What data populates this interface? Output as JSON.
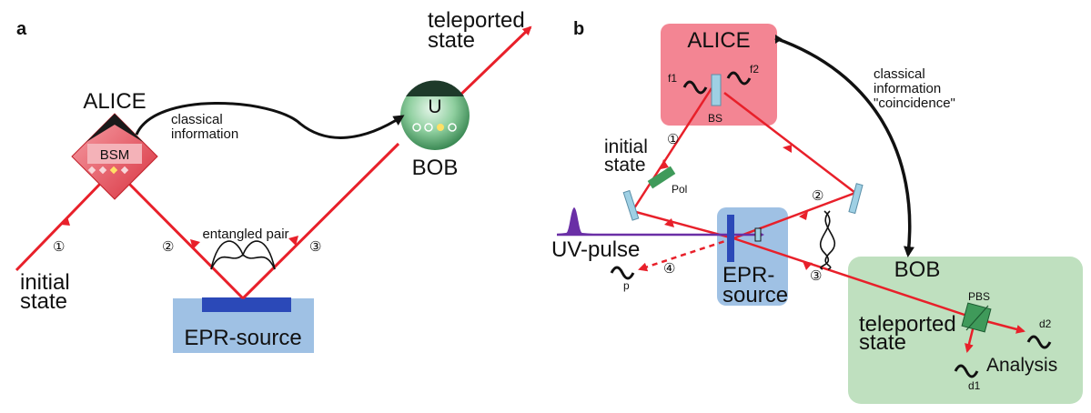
{
  "panel_a": {
    "panel_label": "a",
    "alice_label": "ALICE",
    "bsm_label": "BSM",
    "bob_label": "BOB",
    "u_label": "U",
    "classical_info_lines": [
      "classical",
      "information"
    ],
    "teleported_state_lines": [
      "teleported",
      "state"
    ],
    "initial_state_lines": [
      "initial",
      "state"
    ],
    "entangled_pair_label": "entangled pair",
    "epr_source_label": "EPR-source",
    "path_numbers": [
      "①",
      "②",
      "③"
    ]
  },
  "panel_b": {
    "panel_label": "b",
    "alice_label": "ALICE",
    "detector_f1": "f1",
    "detector_f2": "f2",
    "bs_label": "BS",
    "classical_info_lines": [
      "classical",
      "information",
      "\"coincidence\""
    ],
    "initial_state_lines": [
      "initial",
      "state"
    ],
    "pol_label": "Pol",
    "uv_pulse_label": "UV-pulse",
    "epr_source_lines": [
      "EPR-",
      "source"
    ],
    "detector_p": "p",
    "bob_label": "BOB",
    "teleported_state_lines": [
      "teleported",
      "state"
    ],
    "pbs_label": "PBS",
    "detector_d1": "d1",
    "detector_d2": "d2",
    "analysis_label": "Analysis",
    "path_numbers": [
      "①",
      "②",
      "③",
      "④"
    ]
  },
  "colors": {
    "beam_red": "#e8202a",
    "alice_pink": "#f38593",
    "epr_blue": "#9fc1e4",
    "bob_green": "#bfe0bf",
    "uv_purple": "#6a2fa6",
    "crystal_blue": "#2b49b8",
    "ink": "#111111"
  }
}
